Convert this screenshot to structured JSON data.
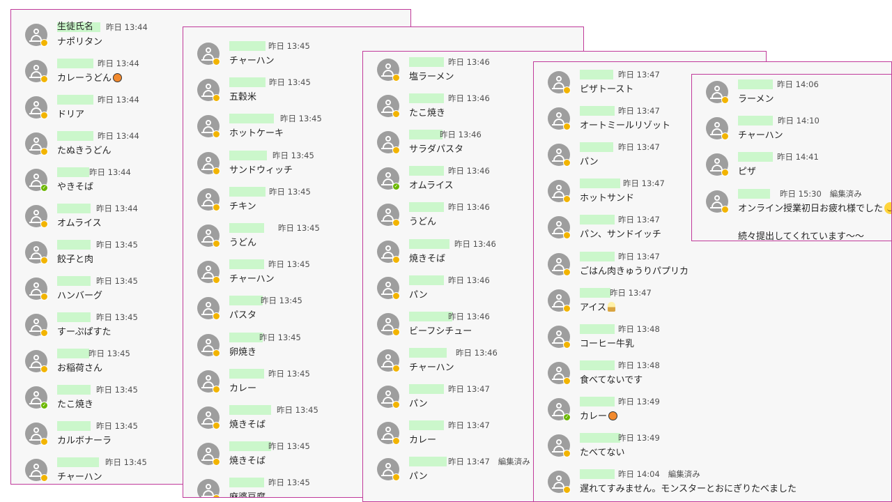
{
  "panels": [
    {
      "id": "p1",
      "messages": [
        {
          "name": "生徒氏名",
          "time": "昨日 13:44",
          "text": "ナポリタン",
          "presence": "away"
        },
        {
          "name": "",
          "time": "昨日 13:44",
          "text": "カレーうどん",
          "presence": "away",
          "emoji": "thumb"
        },
        {
          "name": "",
          "time": "昨日 13:44",
          "text": "ドリア",
          "presence": "away"
        },
        {
          "name": "",
          "time": "昨日 13:44",
          "text": "たぬきうどん",
          "presence": "away"
        },
        {
          "name": "",
          "time": "昨日 13:44",
          "text": "やきそば",
          "presence": "available"
        },
        {
          "name": "",
          "time": "昨日 13:44",
          "text": "オムライス",
          "presence": "away"
        },
        {
          "name": "",
          "time": "昨日 13:45",
          "text": "餃子と肉",
          "presence": "away"
        },
        {
          "name": "",
          "time": "昨日 13:45",
          "text": "ハンバーグ",
          "presence": "away"
        },
        {
          "name": "",
          "time": "昨日 13:45",
          "text": "すーぷぱすた",
          "presence": "away"
        },
        {
          "name": "",
          "time": "昨日 13:45",
          "text": "お稲荷さん",
          "presence": "away"
        },
        {
          "name": "",
          "time": "昨日 13:45",
          "text": "たこ焼き",
          "presence": "available"
        },
        {
          "name": "",
          "time": "昨日 13:45",
          "text": "カルボナーラ",
          "presence": "away"
        },
        {
          "name": "",
          "time": "昨日 13:45",
          "text": "チャーハン",
          "presence": "away"
        }
      ]
    },
    {
      "id": "p2",
      "messages": [
        {
          "name": "",
          "time": "昨日 13:45",
          "text": "チャーハン",
          "presence": "away"
        },
        {
          "name": "",
          "time": "昨日 13:45",
          "text": "五穀米",
          "presence": "away"
        },
        {
          "name": "",
          "time": "昨日 13:45",
          "text": "ホットケーキ",
          "presence": "away"
        },
        {
          "name": "",
          "time": "昨日 13:45",
          "text": "サンドウィッチ",
          "presence": "away"
        },
        {
          "name": "",
          "time": "昨日 13:45",
          "text": "チキン",
          "presence": "away"
        },
        {
          "name": "",
          "time": "昨日 13:45",
          "text": "うどん",
          "presence": "away"
        },
        {
          "name": "",
          "time": "昨日 13:45",
          "text": "チャーハン",
          "presence": "away"
        },
        {
          "name": "",
          "time": "昨日 13:45",
          "text": "パスタ",
          "presence": "away"
        },
        {
          "name": "",
          "time": "昨日 13:45",
          "text": "卵焼き",
          "presence": "away"
        },
        {
          "name": "",
          "time": "昨日 13:45",
          "text": "カレー",
          "presence": "away"
        },
        {
          "name": "",
          "time": "昨日 13:45",
          "text": "焼きそば",
          "presence": "away"
        },
        {
          "name": "",
          "time": "昨日 13:45",
          "text": "焼きそば",
          "presence": "away"
        },
        {
          "name": "",
          "time": "昨日 13:45",
          "text": "麻婆豆腐",
          "presence": "away"
        }
      ]
    },
    {
      "id": "p3",
      "messages": [
        {
          "name": "",
          "time": "昨日 13:46",
          "text": "塩ラーメン",
          "presence": "away"
        },
        {
          "name": "",
          "time": "昨日 13:46",
          "text": "たこ焼き",
          "presence": "away"
        },
        {
          "name": "",
          "time": "昨日 13:46",
          "text": "サラダパスタ",
          "presence": "away"
        },
        {
          "name": "",
          "time": "昨日 13:46",
          "text": "オムライス",
          "presence": "available"
        },
        {
          "name": "",
          "time": "昨日 13:46",
          "text": "うどん",
          "presence": "away"
        },
        {
          "name": "",
          "time": "昨日 13:46",
          "text": "焼きそば",
          "presence": "away"
        },
        {
          "name": "",
          "time": "昨日 13:46",
          "text": "パン",
          "presence": "away"
        },
        {
          "name": "",
          "time": "昨日 13:46",
          "text": "ビーフシチュー",
          "presence": "away"
        },
        {
          "name": "",
          "time": "昨日 13:46",
          "text": "チャーハン",
          "presence": "away"
        },
        {
          "name": "",
          "time": "昨日 13:47",
          "text": "パン",
          "presence": "away"
        },
        {
          "name": "",
          "time": "昨日 13:47",
          "text": "カレー",
          "presence": "away"
        },
        {
          "name": "",
          "time": "昨日 13:47",
          "text": "パン",
          "presence": "away",
          "edited": "編集済み"
        }
      ]
    },
    {
      "id": "p4",
      "messages": [
        {
          "name": "",
          "time": "昨日 13:47",
          "text": "ピザトースト",
          "presence": "away"
        },
        {
          "name": "",
          "time": "昨日 13:47",
          "text": "オートミールリゾット",
          "presence": "away"
        },
        {
          "name": "",
          "time": "昨日 13:47",
          "text": "パン",
          "presence": "away"
        },
        {
          "name": "",
          "time": "昨日 13:47",
          "text": "ホットサンド",
          "presence": "away"
        },
        {
          "name": "",
          "time": "昨日 13:47",
          "text": "パン、サンドイッチ",
          "presence": "away"
        },
        {
          "name": "",
          "time": "昨日 13:47",
          "text": "ごはん肉きゅうりパプリカ",
          "presence": "away"
        },
        {
          "name": "",
          "time": "昨日 13:47",
          "text": "アイス",
          "presence": "away",
          "emoji": "ice"
        },
        {
          "name": "",
          "time": "昨日 13:48",
          "text": "コーヒー牛乳",
          "presence": "away"
        },
        {
          "name": "",
          "time": "昨日 13:48",
          "text": "食べてないです",
          "presence": "away"
        },
        {
          "name": "",
          "time": "昨日 13:49",
          "text": "カレー",
          "presence": "available",
          "emoji": "thumb"
        },
        {
          "name": "",
          "time": "昨日 13:49",
          "text": "たべてない",
          "presence": "away"
        },
        {
          "name": "",
          "time": "昨日 14:04",
          "text": "遅れてすみません。モンスターとおにぎりたべました",
          "presence": "away",
          "edited": "編集済み"
        }
      ]
    },
    {
      "id": "p5",
      "messages": [
        {
          "name": "",
          "time": "昨日 14:06",
          "text": "ラーメン",
          "presence": "away"
        },
        {
          "name": "",
          "time": "昨日 14:10",
          "text": "チャーハン",
          "presence": "away"
        },
        {
          "name": "",
          "time": "昨日 14:41",
          "text": "ピザ",
          "presence": "away"
        },
        {
          "name": "",
          "time": "昨日 15:30",
          "text": "オンライン授業初日お疲れ様でした",
          "text2": "続々提出してくれています～～",
          "presence": "away",
          "edited": "編集済み",
          "emoji": "smile"
        }
      ]
    }
  ]
}
